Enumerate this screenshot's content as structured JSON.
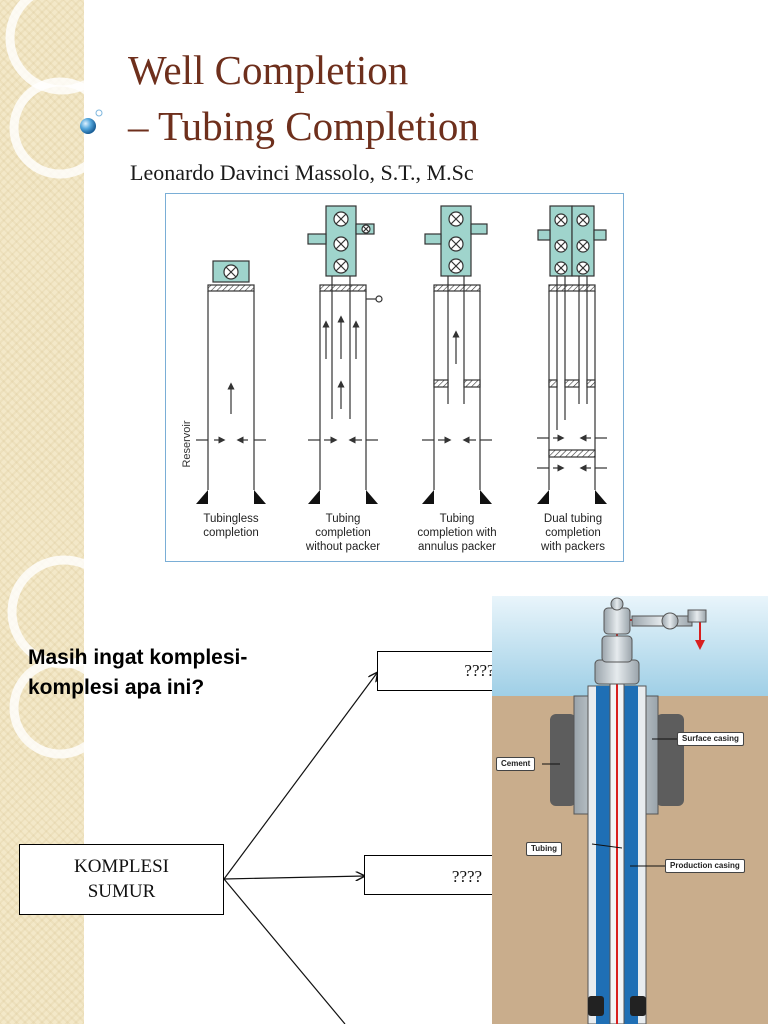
{
  "slide": {
    "title_line1": "Well Completion",
    "title_line2": "– Tubing Completion",
    "author": "Leonardo Davinci Massolo, S.T., M.Sc",
    "colors": {
      "title": "#6e2f1c",
      "decor_background": "#f3e8c8",
      "accent": "#1e78b4"
    }
  },
  "figure": {
    "reservoir_label": "Reservoir",
    "captions": [
      "Tubingless\ncompletion",
      "Tubing\ncompletion\nwithout packer",
      "Tubing\ncompletion with\nannulus packer",
      "Dual tubing\ncompletion\nwith packers"
    ]
  },
  "quiz": {
    "question": "Masih ingat komplesi-\nkomplesi apa ini?",
    "center_box": "KOMPLESI\nSUMUR",
    "answer_box_1": "????",
    "answer_box_2": "????"
  },
  "well_diagram": {
    "labels": {
      "surface_casing": "Surface casing",
      "cement": "Cement",
      "tubing": "Tubing",
      "production_casing": "Production casing"
    },
    "colors": {
      "water": "#aed6ea",
      "formation": "#c9ad8c",
      "cement": "#5d5d5d",
      "tubing": "#1f6fb5",
      "flow": "#d81f1f"
    }
  }
}
